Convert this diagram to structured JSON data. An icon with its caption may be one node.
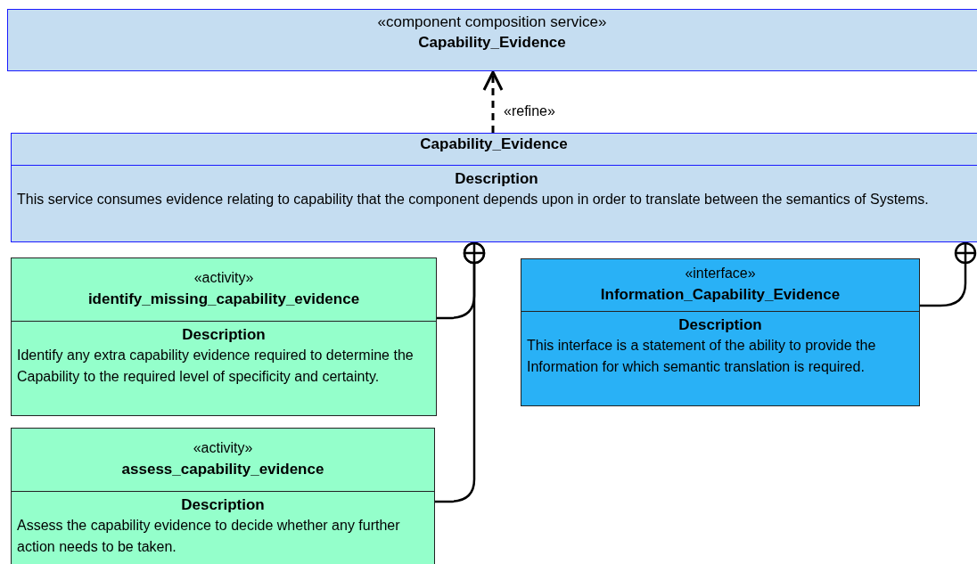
{
  "diagram": {
    "nodes": [
      {
        "text": [
          "«component composition service»",
          "Capability_Evidence"
        ]
      },
      {
        "text": [
          "Capability_Evidence",
          "Description",
          "This service consumes evidence relating to capability that the component depends upon in order to translate between the semantics of Systems."
        ]
      },
      {
        "text": [
          "«activity»",
          "identify_missing_capability_evidence",
          "Description",
          "Identify any extra capability evidence required to determine the Capability to the required level of specificity and certainty."
        ]
      },
      {
        "text": [
          "«activity»",
          "assess_capability_evidence",
          "Description",
          "Assess the capability evidence to decide whether any further action needs to be taken."
        ]
      },
      {
        "text": [
          "«interface»",
          "Information_Capability_Evidence",
          "Description",
          "This interface is a statement of the ability to provide the Information for which semantic translation is required."
        ]
      }
    ],
    "edges": [
      {
        "from": 1,
        "to": 0,
        "arrow": "to",
        "label": "«refine»",
        "style": "dashed"
      },
      {
        "from": 1,
        "to": 2,
        "arrow": "other"
      },
      {
        "from": 1,
        "to": 3,
        "arrow": "other"
      },
      {
        "from": 1,
        "to": 4,
        "arrow": "other"
      }
    ]
  }
}
